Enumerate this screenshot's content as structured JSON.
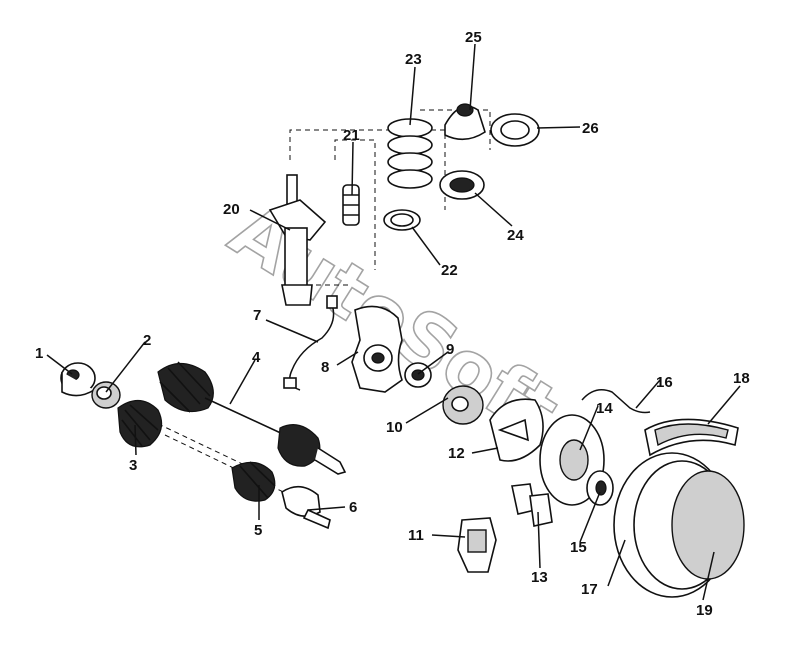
{
  "watermark": "AutoSoft",
  "callouts": {
    "c1": "1",
    "c2": "2",
    "c3": "3",
    "c4": "4",
    "c5": "5",
    "c6": "6",
    "c7": "7",
    "c8": "8",
    "c9": "9",
    "c10": "10",
    "c11": "11",
    "c12": "12",
    "c13": "13",
    "c14": "14",
    "c15": "15",
    "c16": "16",
    "c17": "17",
    "c18": "18",
    "c19": "19",
    "c20": "20",
    "c21": "21",
    "c22": "22",
    "c23": "23",
    "c24": "24",
    "c25": "25",
    "c26": "26"
  }
}
